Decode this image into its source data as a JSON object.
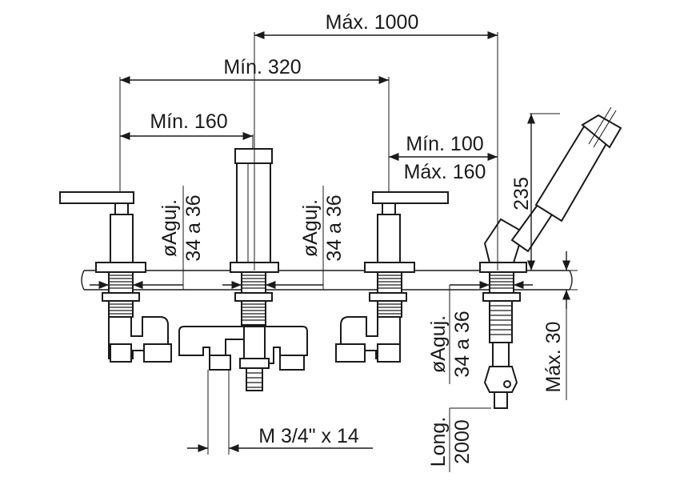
{
  "dimensions": {
    "max_1000": "Máx. 1000",
    "min_320": "Mín. 320",
    "min_160": "Mín. 160",
    "min_100": "Mín. 100",
    "max_160": "Máx. 160",
    "h_235": "235",
    "agujero_1_a": "øAguj.",
    "agujero_1_b": "34 a 36",
    "agujero_2_a": "øAguj.",
    "agujero_2_b": "34 a 36",
    "agujero_3_a": "øAguj.",
    "agujero_3_b": "34 a 36",
    "max_30": "Máx. 30",
    "thread": "M 3/4\" x 14",
    "long_a": "Long.",
    "long_b": "2000"
  }
}
